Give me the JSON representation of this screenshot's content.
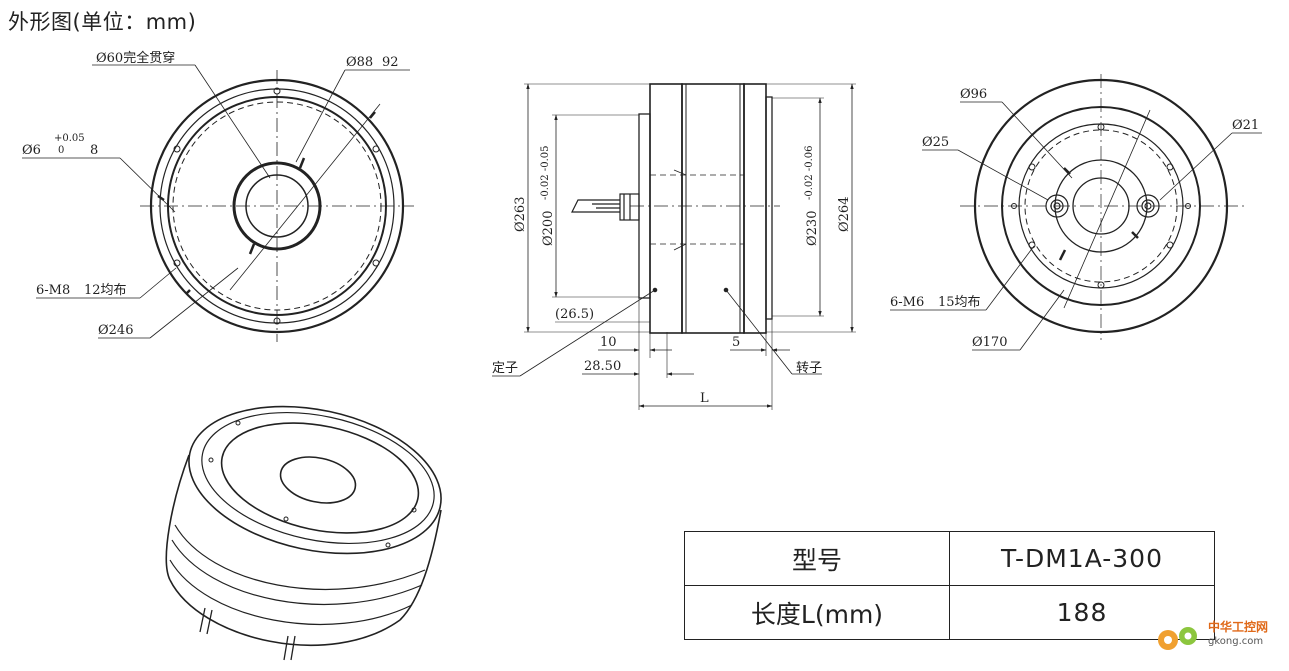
{
  "title": "外形图(单位：mm)",
  "front_view": {
    "labels": {
      "d60": "Ø60完全贯穿",
      "d88": "Ø88",
      "d88_depth": "92",
      "d6": "Ø6",
      "d6_tol_upper": "+0.05",
      "d6_tol_lower": "0",
      "d6_depth": "8",
      "m8": "6-M8",
      "m8_spec": "12均布",
      "d246": "Ø246"
    }
  },
  "side_view": {
    "labels": {
      "d263": "Ø263",
      "d200": "Ø200",
      "d200_tol": "-0.02 -0.05",
      "d230": "Ø230",
      "d230_tol": "-0.02 -0.06",
      "d264": "Ø264",
      "d265": "(26.5)",
      "l10": "10",
      "l28": "28.50",
      "l5": "5",
      "lL": "L",
      "stator": "定子",
      "rotor": "转子"
    }
  },
  "back_view": {
    "labels": {
      "d96": "Ø96",
      "d21": "Ø21",
      "d25": "Ø25",
      "m6": "6-M6",
      "m6_spec": "15均布",
      "d170": "Ø170"
    }
  },
  "spec_table": {
    "rows": [
      {
        "key": "型号",
        "value": "T-DM1A-300"
      },
      {
        "key": "长度L(mm)",
        "value": "188"
      }
    ]
  },
  "watermark": {
    "line1": "中华工控网",
    "line2": "gkong.com"
  }
}
